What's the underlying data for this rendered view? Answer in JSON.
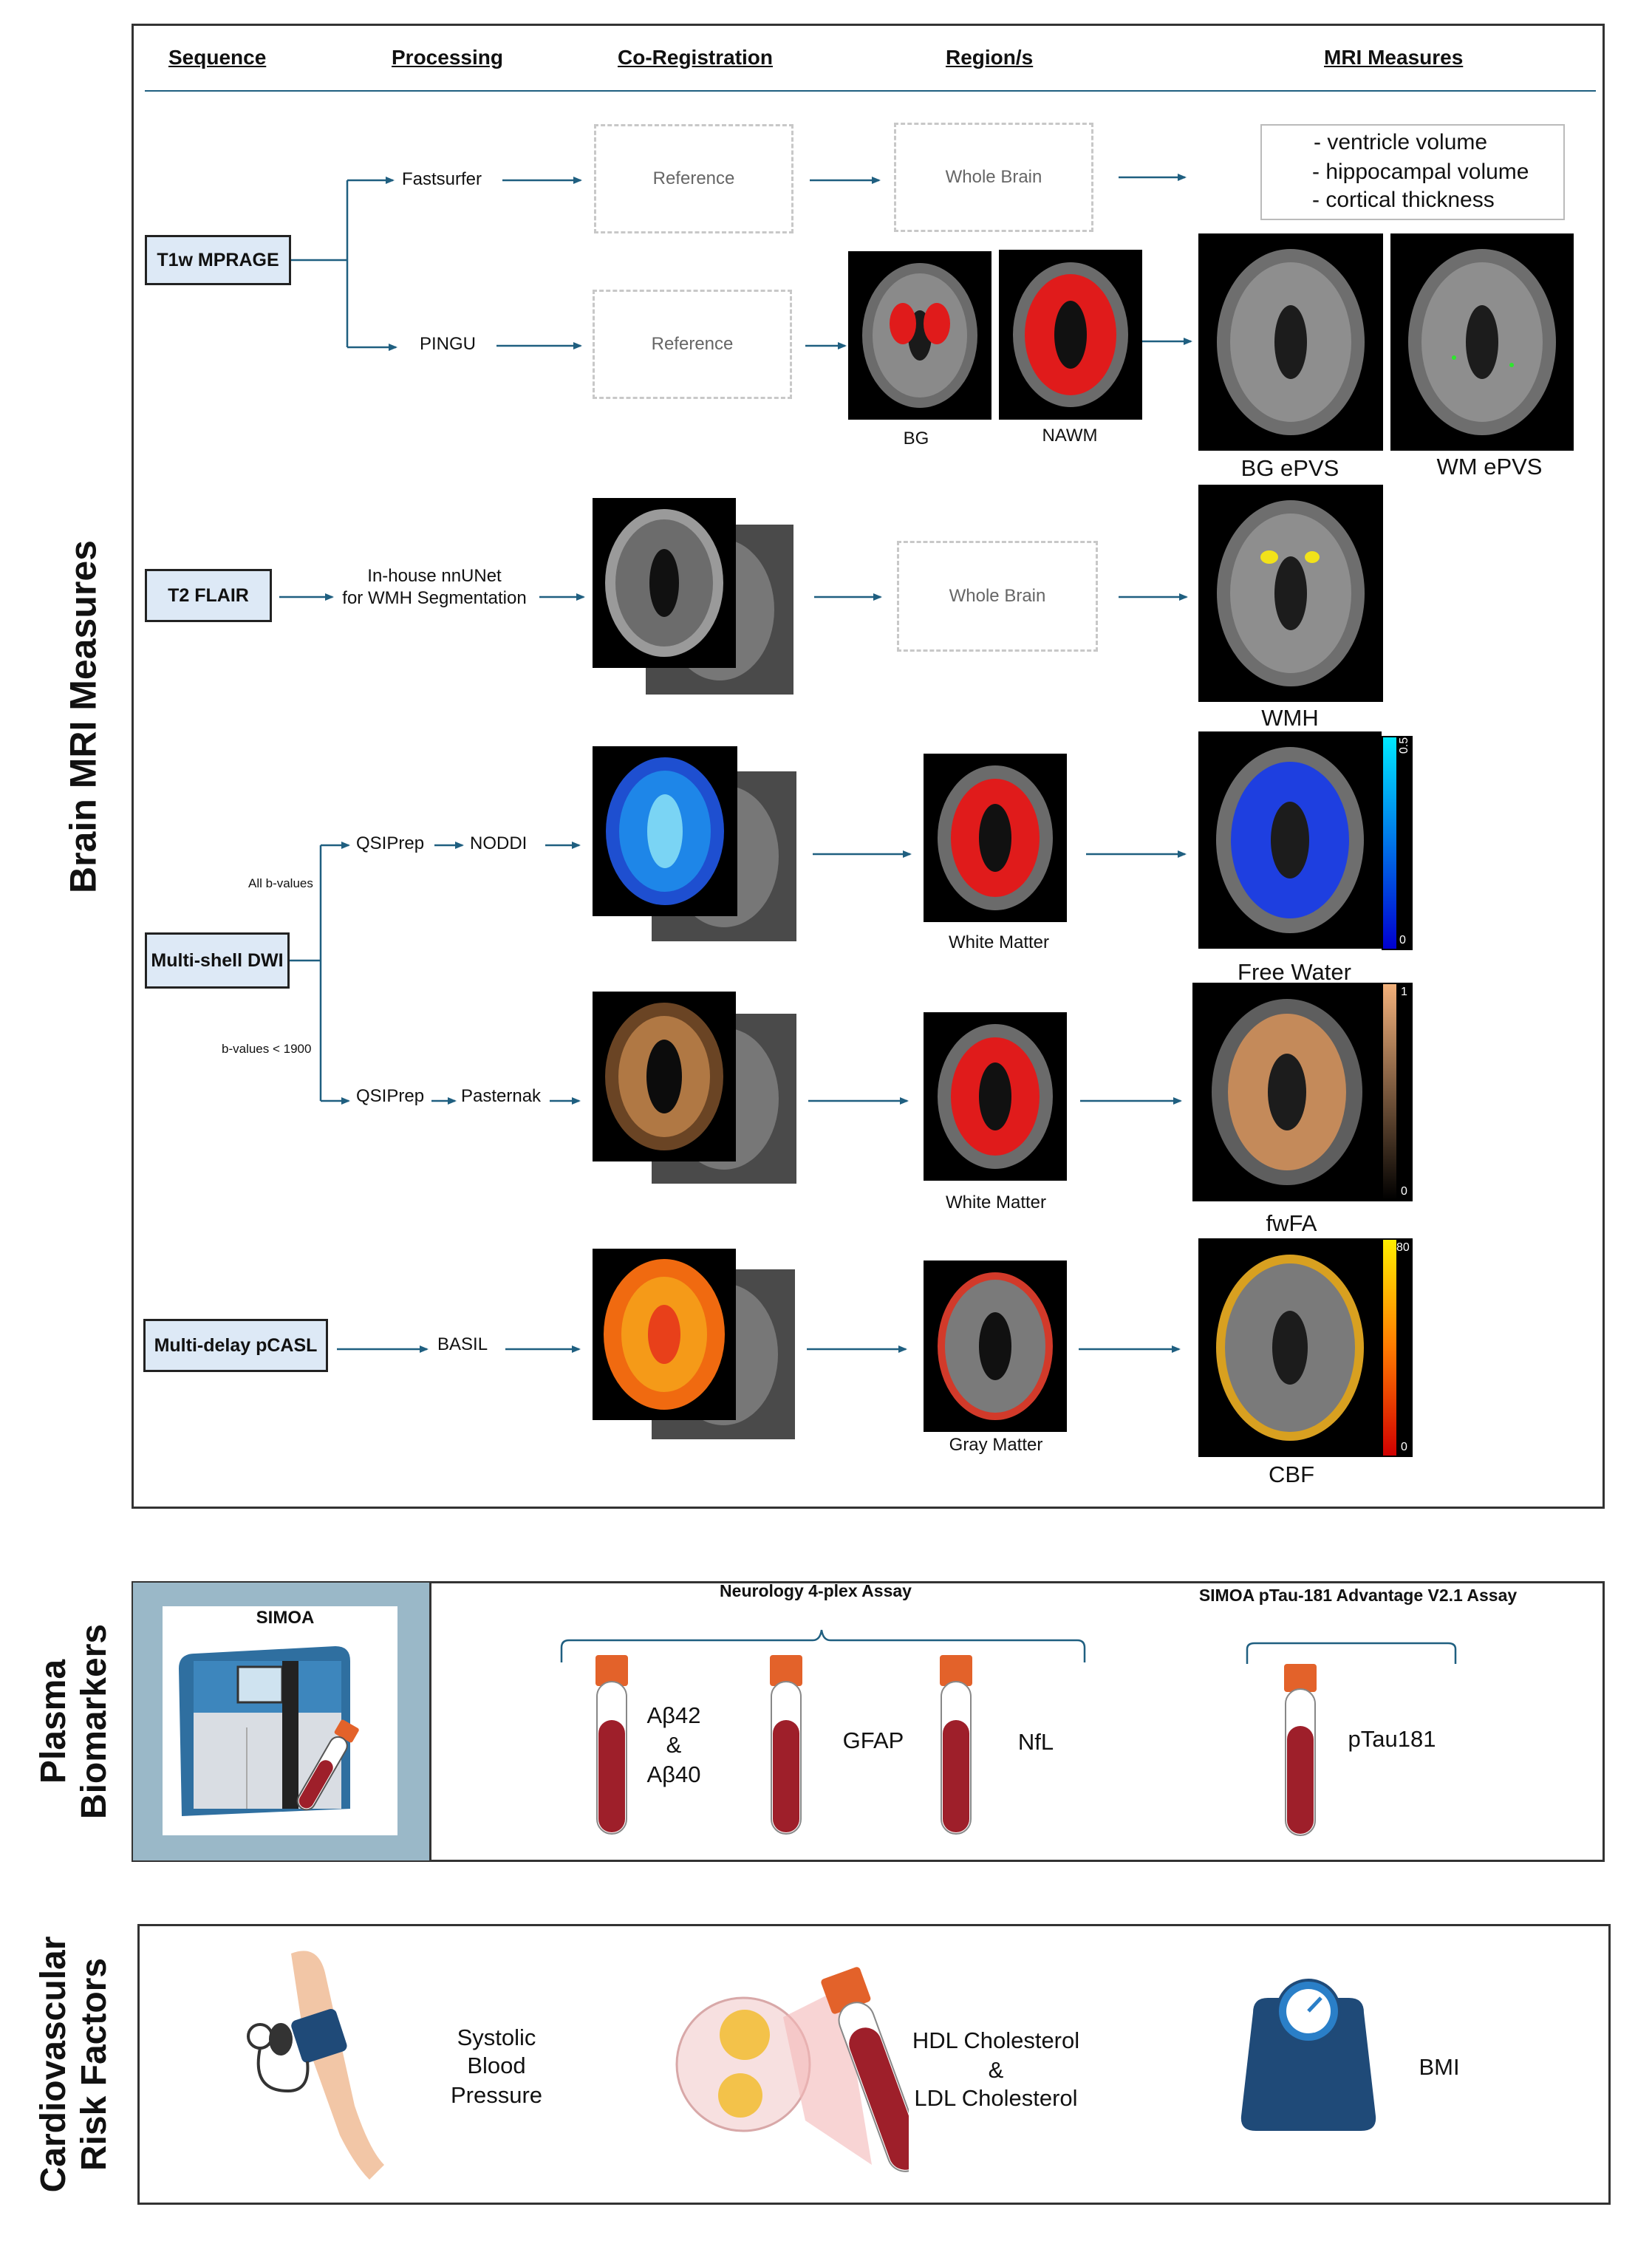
{
  "headers": {
    "sequence": "Sequence",
    "processing": "Processing",
    "coreg": "Co-Registration",
    "regions": "Region/s",
    "measures": "MRI Measures"
  },
  "titles": {
    "brain": "Brain MRI Measures",
    "plasma_l1": "Plasma",
    "plasma_l2": "Biomarkers",
    "cardio_l1": "Cardiovascular",
    "cardio_l2": "Risk Factors"
  },
  "sequences": {
    "t1": "T1w MPRAGE",
    "t2": "T2 FLAIR",
    "dwi": "Multi-shell DWI",
    "pcasl": "Multi-delay pCASL"
  },
  "processing": {
    "fastsurfer": "Fastsurfer",
    "pingu": "PINGU",
    "nnunet_l1": "In-house nnUNet",
    "nnunet_l2": "for WMH Segmentation",
    "qsiprep1": "QSIPrep",
    "noddi": "NODDI",
    "qsiprep2": "QSIPrep",
    "pasternak": "Pasternak",
    "basil": "BASIL",
    "all_b": "All b-values",
    "b_lt": "b-values < 1900"
  },
  "boxes": {
    "ref1": "Reference",
    "ref2": "Reference",
    "wb1": "Whole Brain",
    "wb2": "Whole Brain"
  },
  "measures_list": [
    "- ventricle volume",
    "- hippocampal volume",
    "- cortical thickness"
  ],
  "captions": {
    "bg": "BG",
    "nawm": "NAWM",
    "bg_epvs": "BG ePVS",
    "wm_epvs": "WM ePVS",
    "wmh": "WMH",
    "wm1": "White Matter",
    "free_water": "Free Water",
    "wm2": "White Matter",
    "fwfa": "fwFA",
    "gm": "Gray Matter",
    "cbf": "CBF"
  },
  "colorbars": {
    "fw_max": "0.5",
    "fw_min": "0",
    "fa_max": "1",
    "fa_min": "0",
    "cbf_max": "80",
    "cbf_min": "0"
  },
  "plasma": {
    "simoa": "SIMOA",
    "assay1": "Neurology 4-plex Assay",
    "assay2": "SIMOA pTau-181 Advantage V2.1 Assay",
    "ab42": "Aβ42",
    "amp": "&",
    "ab40": "Aβ40",
    "gfap": "GFAP",
    "nfl": "NfL",
    "ptau": "pTau181"
  },
  "cardio": {
    "sbp_l1": "Systolic",
    "sbp_l2": "Blood",
    "sbp_l3": "Pressure",
    "hdl": "HDL Cholesterol",
    "amp": "&",
    "ldl": "LDL Cholesterol",
    "bmi": "BMI"
  },
  "colors": {
    "arrow": "#1f5f80",
    "seq_fill": "#dde9f6",
    "simoa_panel": "#9ab8c8",
    "tube_blood": "#9e1f2a",
    "tube_cap": "#e3622a"
  }
}
